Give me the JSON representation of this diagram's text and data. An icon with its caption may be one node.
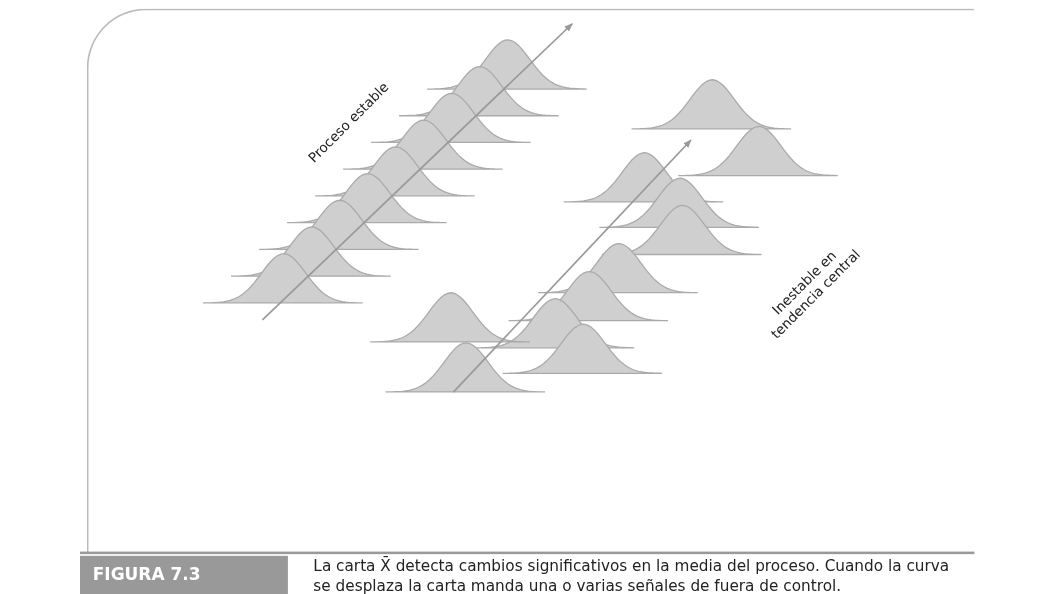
{
  "diagram": {
    "title": "FIGURA 7.3",
    "caption": "La carta X̄ detecta cambios significativos en la media del proceso. Cuando la curva se desplaza la carta manda una o varias señales de fuera de control.",
    "labels": [
      "Proceso estable",
      "Inestable en tendencia central"
    ]
  }
}
